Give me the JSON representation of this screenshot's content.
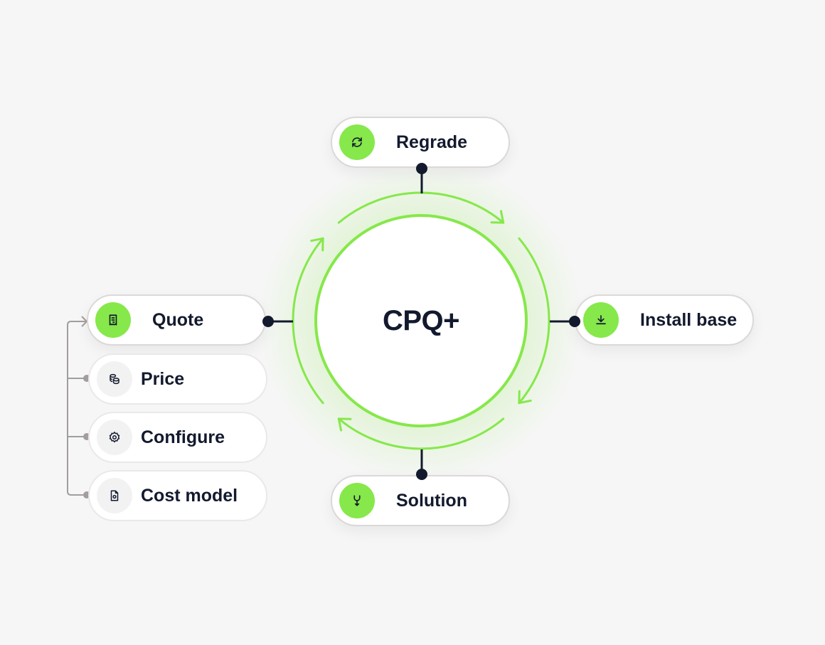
{
  "center": {
    "label": "CPQ+"
  },
  "nodes": {
    "regrade": {
      "label": "Regrade",
      "icon": "refresh-icon"
    },
    "quote": {
      "label": "Quote",
      "icon": "receipt-icon"
    },
    "install_base": {
      "label": "Install base",
      "icon": "download-icon"
    },
    "solution": {
      "label": "Solution",
      "icon": "merge-icon"
    }
  },
  "sub_items": [
    {
      "label": "Price",
      "icon": "coins-icon"
    },
    {
      "label": "Configure",
      "icon": "gear-icon"
    },
    {
      "label": "Cost model",
      "icon": "file-gear-icon"
    }
  ],
  "colors": {
    "accent": "#86e84a",
    "dark": "#131a2e",
    "connector_gray": "#a39d9d",
    "background": "#f6f6f6"
  }
}
